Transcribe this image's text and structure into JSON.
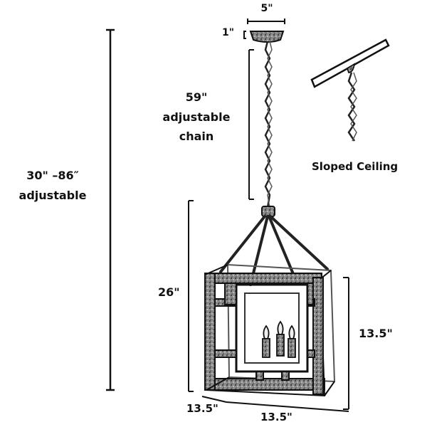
{
  "dimensions": {
    "canopy_width": "5\"",
    "canopy_height": "1\"",
    "chain_length": "59\"",
    "chain_note_line1": "adjustable",
    "chain_note_line2": "chain",
    "overall_height": "30\" –86″",
    "overall_note": "adjustable",
    "body_height": "26\"",
    "cage_height": "13.5\"",
    "cage_depth": "13.5\"",
    "cage_width": "13.5\""
  },
  "inset": {
    "caption": "Sloped Ceiling"
  },
  "colors": {
    "ink": "#111111",
    "metal": "#3a3a3a",
    "metal_light": "#9a9a9a"
  }
}
